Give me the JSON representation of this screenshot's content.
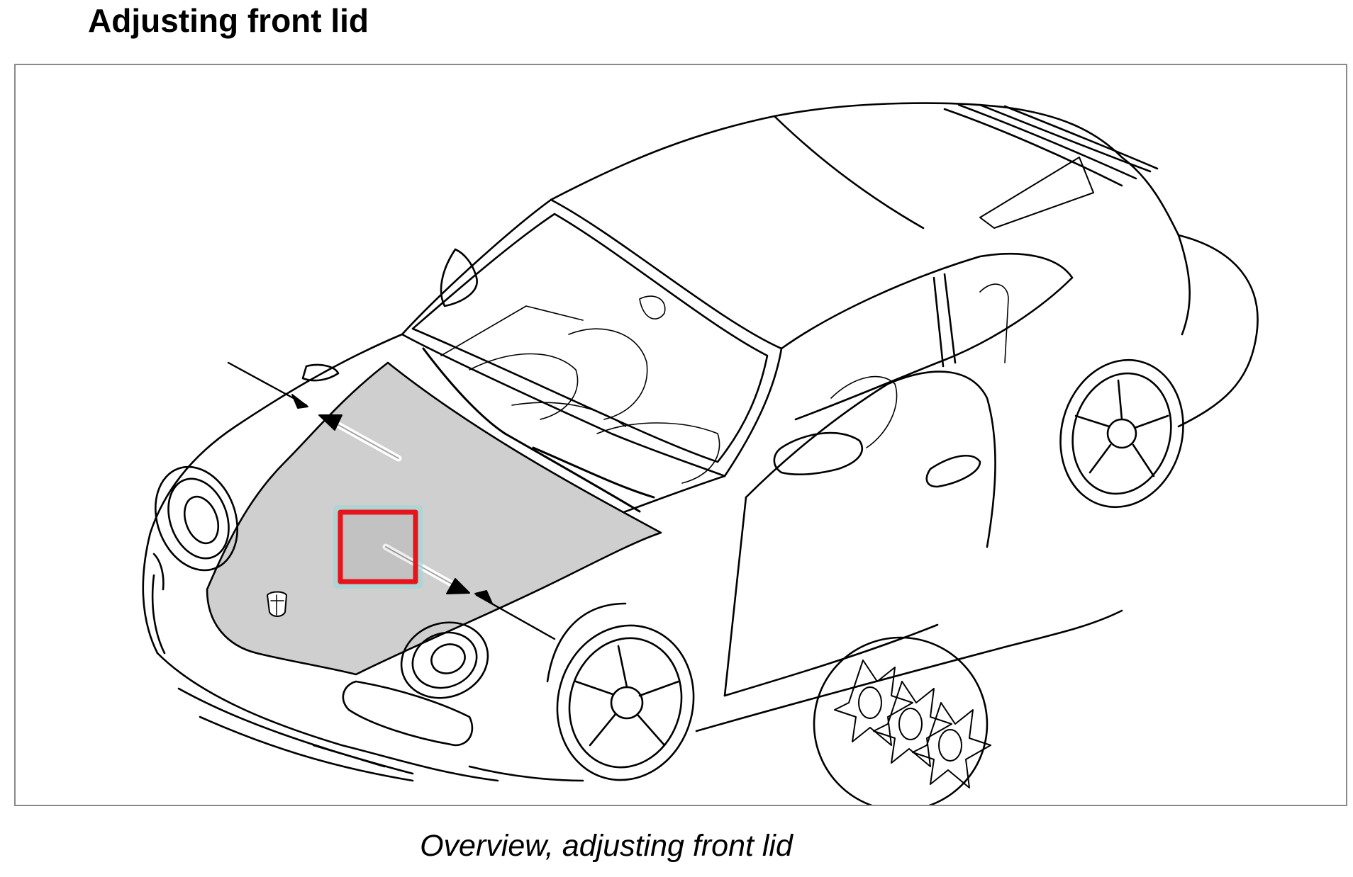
{
  "document": {
    "title": "Adjusting front lid",
    "caption": "Overview, adjusting front lid"
  },
  "figure": {
    "subject": "car-illustration",
    "colors": {
      "line": "#000000",
      "front_lid_fill": "#cfcfcf",
      "highlight_box": "#e8141c",
      "highlight_glow": "#9fd6d6",
      "frame": "#8a8a8a"
    }
  }
}
